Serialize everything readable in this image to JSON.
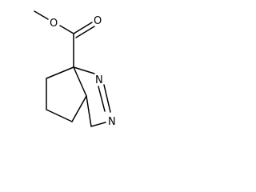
{
  "structure": {
    "atoms": [
      {
        "id": "O_ester",
        "label": "O"
      },
      {
        "id": "O_carbonyl",
        "label": "O"
      },
      {
        "id": "N1",
        "label": "N"
      },
      {
        "id": "N2",
        "label": "N"
      }
    ],
    "colors": {
      "bond": "#000000",
      "label": "#000000",
      "background": "#ffffff"
    }
  }
}
